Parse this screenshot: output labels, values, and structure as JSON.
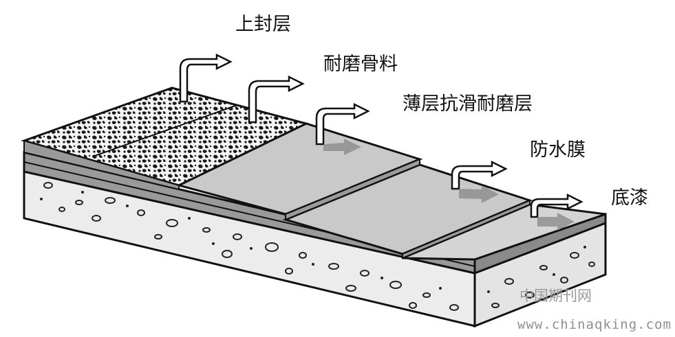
{
  "layers": [
    {
      "id": "top-seal",
      "label": "上封层"
    },
    {
      "id": "wear-aggregate",
      "label": "耐磨骨料"
    },
    {
      "id": "thin-antislip",
      "label": "薄层抗滑耐磨层"
    },
    {
      "id": "waterproof-membrane",
      "label": "防水膜"
    },
    {
      "id": "primer",
      "label": "底漆"
    }
  ],
  "watermark": {
    "cn": "中国期刊网",
    "url": "www.chinaqking.com"
  },
  "colors": {
    "outline": "#111111",
    "layer_fill": "#c9c9c9",
    "layer_side": "#9a9a9a",
    "base_side": "#ececec",
    "aggregate_bg": "#f4f4f4",
    "aggregate_dot": "#1a1a1a",
    "arrow_fill": "#ffffff",
    "arrow_shadow": "#8c8c8c"
  }
}
